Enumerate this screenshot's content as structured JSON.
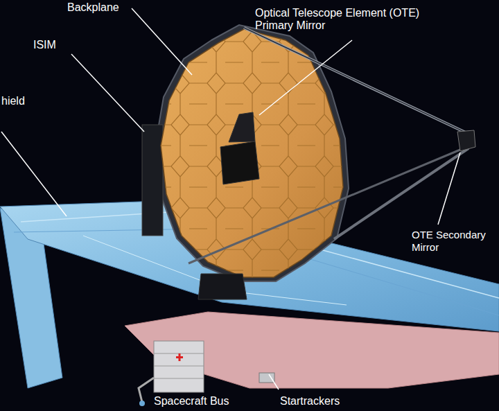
{
  "diagram": {
    "labels": [
      "Backplane",
      "Optical Telescope Element (OTE) Primary Mirror",
      "ISIM",
      "hield",
      "OTE Secondary Mirror",
      "Spacecraft Bus",
      "Startrackers"
    ]
  }
}
